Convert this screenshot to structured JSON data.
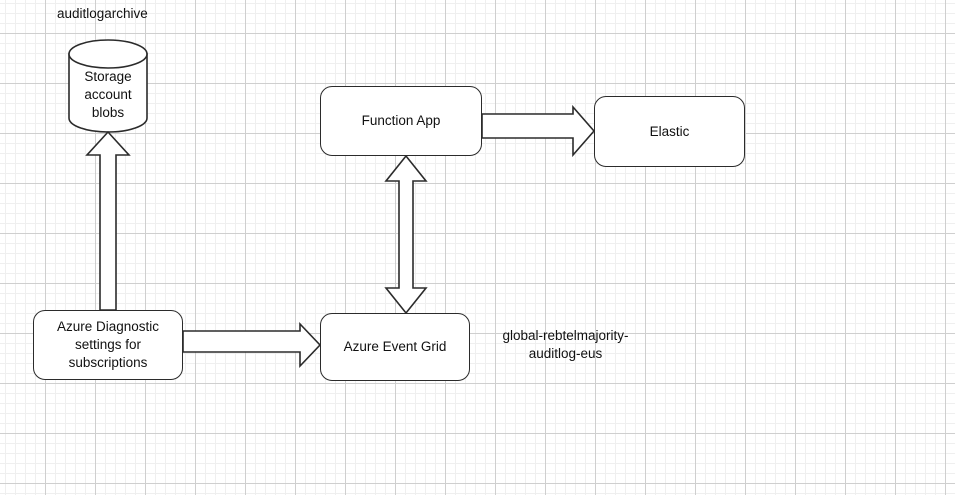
{
  "diagram": {
    "title_label": "auditlogarchive",
    "background": {
      "grid_minor_color": "#efefef",
      "grid_major_color": "#cfcfcf",
      "page_color": "#ffffff"
    },
    "stroke_color": "#2b2b2b",
    "nodes": [
      {
        "id": "storage",
        "shape": "cylinder",
        "label": "Storage\naccount\nblobs"
      },
      {
        "id": "function-app",
        "shape": "rounded-rect",
        "label": "Function App"
      },
      {
        "id": "elastic",
        "shape": "rounded-rect",
        "label": "Elastic"
      },
      {
        "id": "azure-diagnostic-settings",
        "shape": "rounded-rect",
        "label": "Azure Diagnostic\nsettings for\nsubscriptions"
      },
      {
        "id": "azure-event-grid",
        "shape": "rounded-rect",
        "label": "Azure Event Grid"
      }
    ],
    "labels": [
      {
        "id": "storage-account-name",
        "text": "auditlogarchive"
      },
      {
        "id": "event-grid-topic-name",
        "text": "global-rebtelmajority-\nauditlog-eus"
      }
    ],
    "connectors": [
      {
        "id": "diagnostic-to-storage",
        "from": "azure-diagnostic-settings",
        "to": "storage",
        "style": "block-arrow",
        "direction": "up",
        "heads": 1
      },
      {
        "id": "diagnostic-to-event-grid",
        "from": "azure-diagnostic-settings",
        "to": "azure-event-grid",
        "style": "block-arrow",
        "direction": "right",
        "heads": 1
      },
      {
        "id": "event-grid-to-function-app",
        "from": "azure-event-grid",
        "to": "function-app",
        "style": "block-arrow",
        "direction": "both",
        "heads": 2
      },
      {
        "id": "function-app-to-elastic",
        "from": "function-app",
        "to": "elastic",
        "style": "block-arrow",
        "direction": "right",
        "heads": 1
      }
    ]
  }
}
